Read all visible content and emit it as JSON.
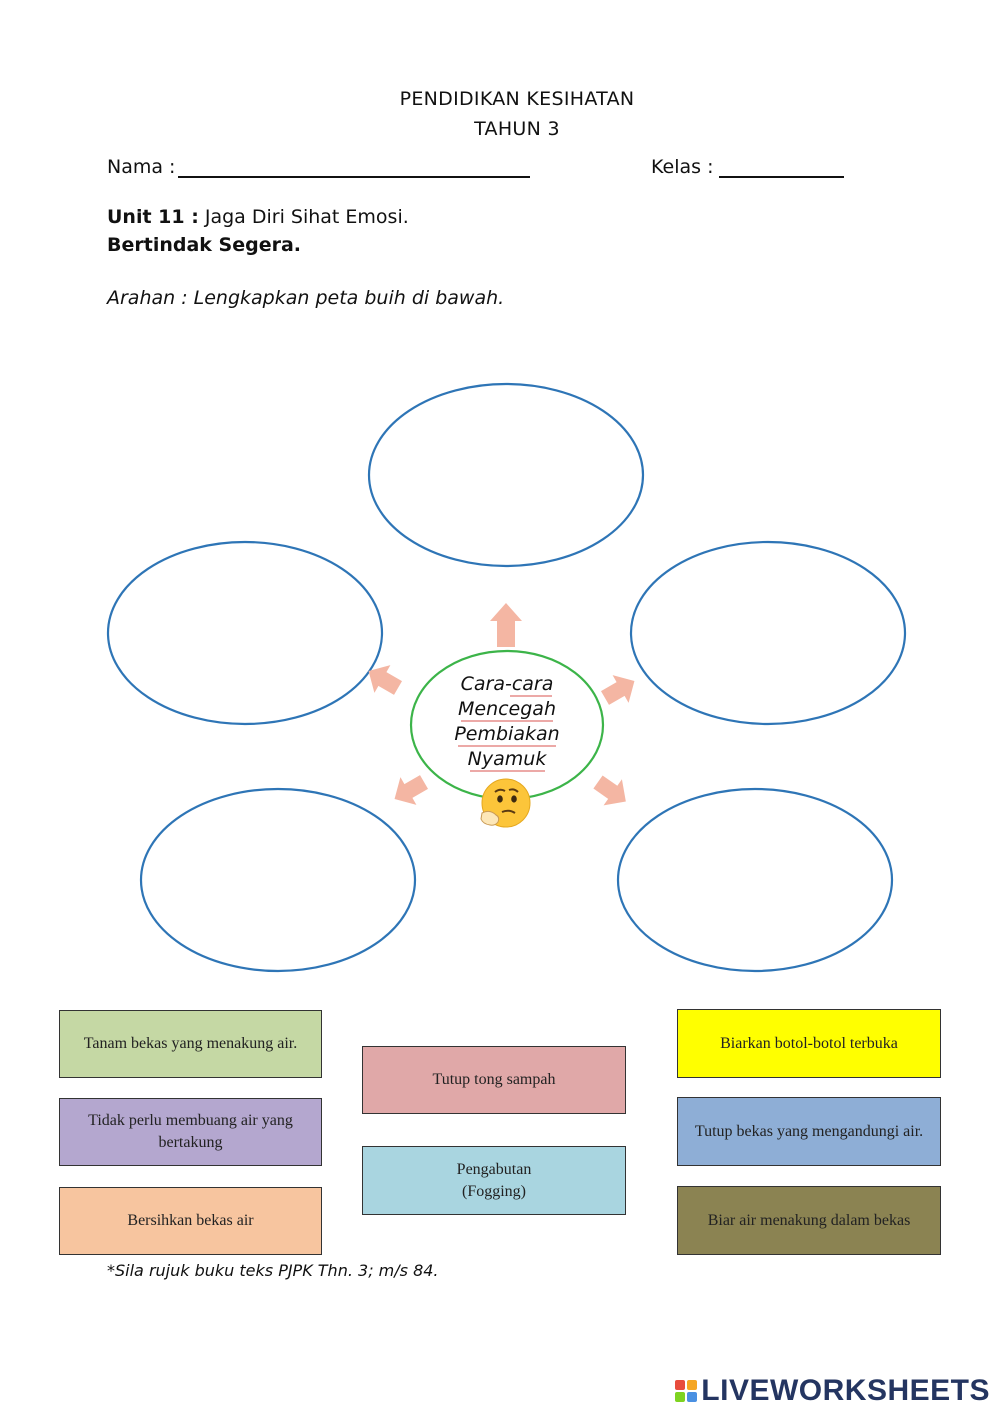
{
  "header": {
    "title_line1": "PENDIDIKAN KESIHATAN",
    "title_line2": "TAHUN 3"
  },
  "fields": {
    "nama_label": "Nama :",
    "nama_value": "",
    "kelas_label": "Kelas :",
    "kelas_value": ""
  },
  "unit": {
    "label": "Unit 11 :",
    "topic": "Jaga Diri Sihat Emosi.",
    "subtitle": "Bertindak Segera."
  },
  "instruction": "Arahan : Lengkapkan peta buih di bawah.",
  "bubble_map": {
    "center": {
      "line1_a": "Cara-",
      "line1_b": "cara",
      "line2": "Mencegah",
      "line3": "Pembiakan",
      "line4": "Nyamuk"
    },
    "thinking_emoji": "🤔",
    "outer_bubbles": [
      "",
      "",
      "",
      "",
      ""
    ],
    "colors": {
      "bubble": "#2e75b6",
      "center": "#3cb449",
      "arrow": "#f4b6a3"
    }
  },
  "answer_options": [
    {
      "text": "Tanam bekas yang menakung air.",
      "color": "#c5d8a4"
    },
    {
      "text": "Tidak perlu membuang air yang bertakung",
      "color": "#b4a7cf"
    },
    {
      "text": "Bersihkan bekas air",
      "color": "#f7c59f"
    },
    {
      "text": "Tutup tong sampah",
      "color": "#e0a8a8"
    },
    {
      "text": "Pengabutan\n(Fogging)",
      "color": "#a9d5e0"
    },
    {
      "text": "Biarkan botol-botol terbuka",
      "color": "#ffff00"
    },
    {
      "text": "Tutup bekas yang mengandungi air.",
      "color": "#8eaed6"
    },
    {
      "text": "Biar air menakung dalam bekas",
      "color": "#8b8352"
    }
  ],
  "footnote": "*Sila rujuk buku teks PJPK Thn. 3; m/s 84.",
  "brand": {
    "name": "LIVEWORKSHEETS",
    "logo_colors": [
      "#e84c3d",
      "#f5a623",
      "#7ed321",
      "#4a90e2"
    ]
  }
}
